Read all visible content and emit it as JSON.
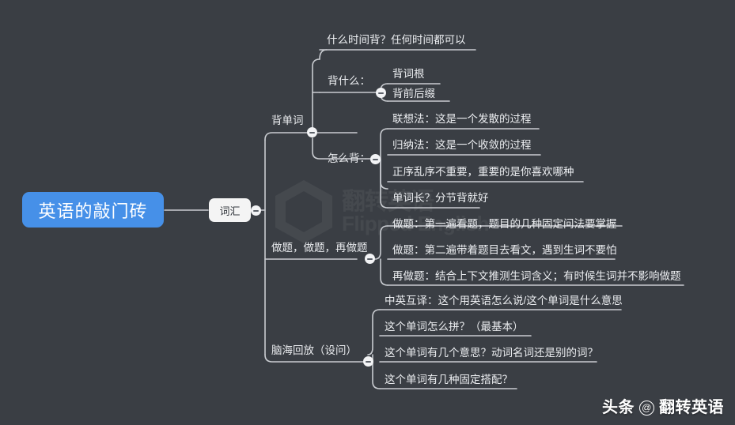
{
  "diagram": {
    "type": "mindmap",
    "background_color": "#3a3e44",
    "root_color": "#4690e8",
    "line_color": "#c9ccd1",
    "root": {
      "label": "英语的敲门砖",
      "children": [
        {
          "label": "词汇",
          "children": [
            {
              "label": "背单词",
              "children": [
                {
                  "label": "什么时间背？任何时间都可以",
                  "children": []
                },
                {
                  "label": "背什么：",
                  "children": [
                    {
                      "label": "背词根"
                    },
                    {
                      "label": "背前后缀"
                    }
                  ]
                },
                {
                  "label": "怎么背：",
                  "children": [
                    {
                      "label": "联想法：这是一个发散的过程"
                    },
                    {
                      "label": "归纳法：这是一个收敛的过程"
                    },
                    {
                      "label": "正序乱序不重要，重要的是你喜欢哪种"
                    },
                    {
                      "label": "单词长？分节背就好"
                    }
                  ]
                }
              ]
            },
            {
              "label": "做题，做题，再做题",
              "children": [
                {
                  "label": "做题：第一遍看题，题目的几种固定问法要掌握"
                },
                {
                  "label": "做题：第二遍带着题目去看文，遇到生词不要怕"
                },
                {
                  "label": "再做题：结合上下文推测生词含义；有时候生词并不影响做题"
                }
              ]
            },
            {
              "label": "脑海回放（设问）",
              "children": [
                {
                  "label": "中英互译：这个用英语怎么说/这个单词是什么意思"
                },
                {
                  "label": "这个单词怎么拼？（最基本）"
                },
                {
                  "label": "这个单词有几个意思？动词名词还是别的词？"
                },
                {
                  "label": "这个单词有几种固定搭配？"
                }
              ]
            }
          ]
        }
      ]
    }
  },
  "labels": {
    "root": "英语的敲门砖",
    "vocab": "词汇",
    "b1": "背单词",
    "b1c1": "什么时间背？任何时间都可以",
    "b1c2": "背什么：",
    "b1c2l1": "背词根",
    "b1c2l2": "背前后缀",
    "b1c3": "怎么背：",
    "b1c3l1": "联想法：这是一个发散的过程",
    "b1c3l2": "归纳法：这是一个收敛的过程",
    "b1c3l3": "正序乱序不重要，重要的是你喜欢哪种",
    "b1c3l4": "单词长？分节背就好",
    "b2": "做题，做题，再做题",
    "b2l1": "做题：第一遍看题，题目的几种固定问法要掌握",
    "b2l2": "做题：第二遍带着题目去看文，遇到生词不要怕",
    "b2l3": "再做题：结合上下文推测生词含义；有时候生词并不影响做题",
    "b3": "脑海回放（设问）",
    "b3l1": "中英互译：这个用英语怎么说/这个单词是什么意思",
    "b3l2": "这个单词怎么拼？（最基本）",
    "b3l3": "这个单词有几个意思？动词名词还是别的词？",
    "b3l4": "这个单词有几种固定搭配？"
  },
  "watermark": {
    "brand": "头条",
    "at": "@",
    "account": "翻转英语",
    "bg_line1": "翻转英语",
    "bg_line2": "Flipped English"
  }
}
